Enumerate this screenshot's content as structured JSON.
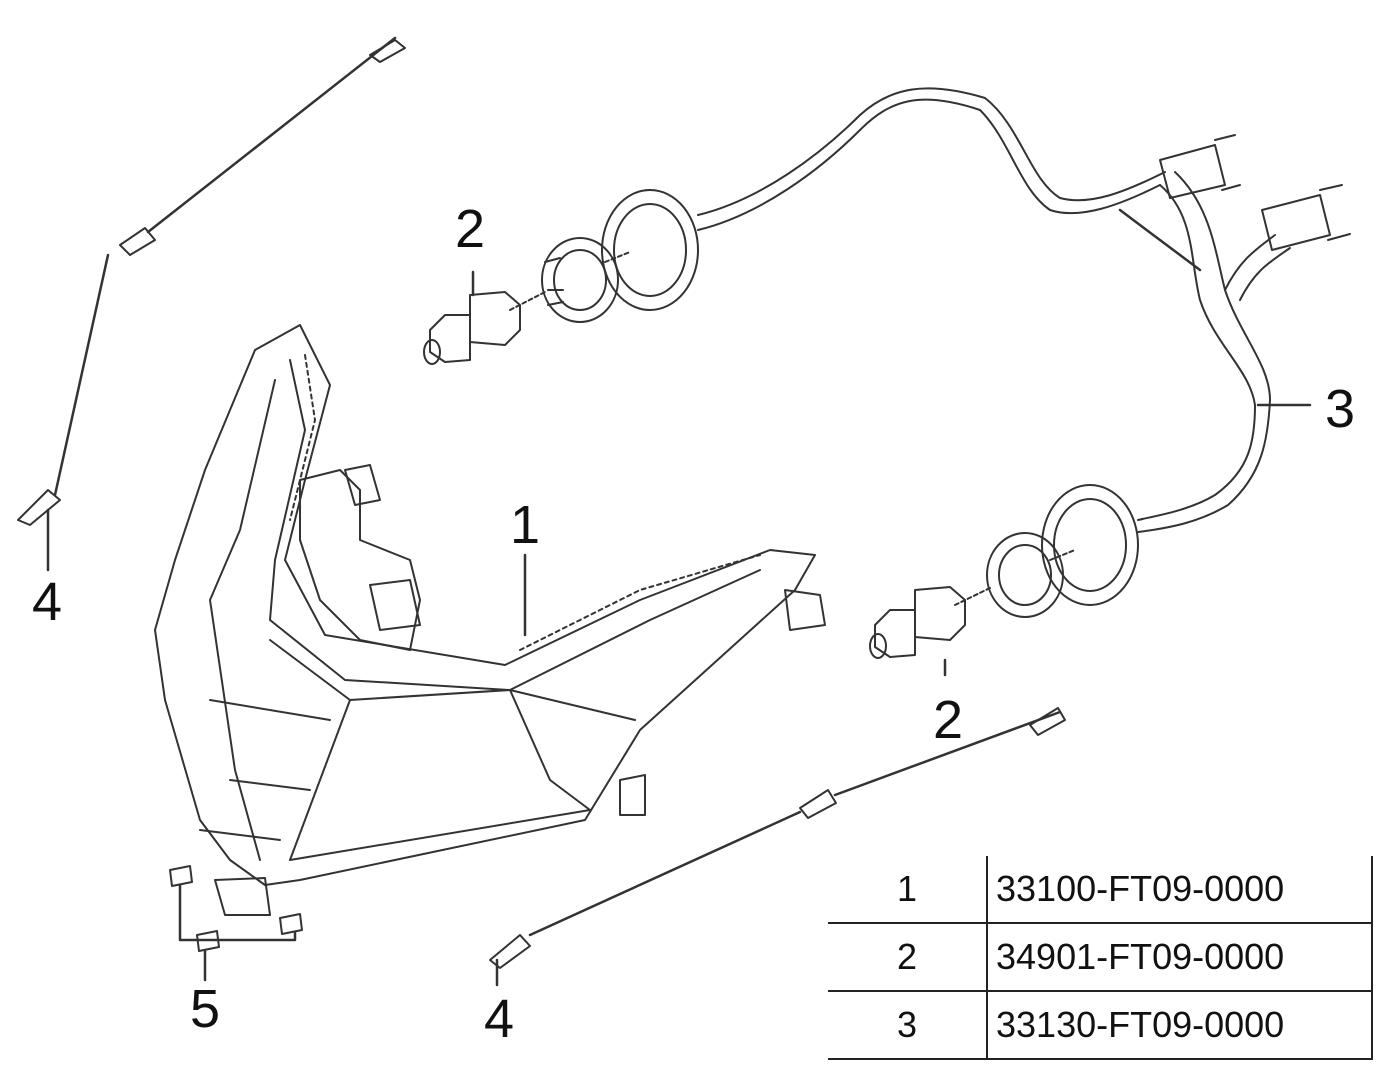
{
  "diagram": {
    "callouts": [
      {
        "id": "c1",
        "label": "1"
      },
      {
        "id": "c2a",
        "label": "2"
      },
      {
        "id": "c2b",
        "label": "2"
      },
      {
        "id": "c3",
        "label": "3"
      },
      {
        "id": "c4a",
        "label": "4"
      },
      {
        "id": "c4b",
        "label": "4"
      },
      {
        "id": "c5",
        "label": "5"
      }
    ],
    "parts_table": {
      "rows": [
        {
          "number": "1",
          "part_no": "33100-FT09-0000"
        },
        {
          "number": "2",
          "part_no": "34901-FT09-0000"
        },
        {
          "number": "3",
          "part_no": "33130-FT09-0000"
        }
      ]
    }
  }
}
